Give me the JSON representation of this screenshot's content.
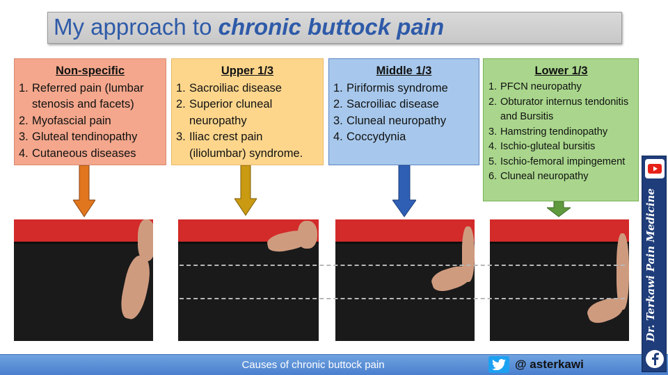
{
  "title": {
    "prefix": "My approach to ",
    "emphasis": "chronic buttock pain"
  },
  "categories": [
    {
      "id": "non-specific",
      "heading": "Non-specific",
      "color": "#f4a78c",
      "arrow_color": "#e0761e",
      "items": [
        {
          "n": "1.",
          "text": "Referred pain (lumbar stenosis and facets)"
        },
        {
          "n": "2.",
          "text": "Myofascial pain"
        },
        {
          "n": "3.",
          "text": "Gluteal tendinopathy"
        },
        {
          "n": "4.",
          "text": "Cutaneous diseases"
        }
      ]
    },
    {
      "id": "upper",
      "heading": "Upper 1/3",
      "color": "#fdd68c",
      "arrow_color": "#c99a12",
      "items": [
        {
          "n": "1.",
          "text": "Sacroiliac disease"
        },
        {
          "n": "2.",
          "text": "Superior cluneal neuropathy"
        },
        {
          "n": "3.",
          "text": "Iliac crest pain (iliolumbar) syndrome."
        }
      ]
    },
    {
      "id": "middle",
      "heading": "Middle 1/3",
      "color": "#a7c8ec",
      "arrow_color": "#2f5fb5",
      "items": [
        {
          "n": "1.",
          "text": "Piriformis syndrome"
        },
        {
          "n": "2.",
          "text": "Sacroiliac disease"
        },
        {
          "n": "3.",
          "text": "Cluneal neuropathy"
        },
        {
          "n": "4.",
          "text": "Coccydynia"
        }
      ]
    },
    {
      "id": "lower",
      "heading": "Lower 1/3",
      "color": "#a9d68c",
      "arrow_color": "#5f9a3e",
      "items": [
        {
          "n": "1.",
          "text": "PFCN neuropathy"
        },
        {
          "n": "2.",
          "text": "Obturator internus tendonitis and Bursitis"
        },
        {
          "n": "3.",
          "text": "Hamstring tendinopathy"
        },
        {
          "n": "4.",
          "text": "Ischio-gluteal bursitis"
        },
        {
          "n": "5.",
          "text": "Ischio-femoral impingement"
        },
        {
          "n": "6.",
          "text": "Cluneal neuropathy"
        }
      ]
    }
  ],
  "footer": {
    "caption": "Causes of chronic buttock pain",
    "handle": "@ asterkawi",
    "icon": "twitter-icon"
  },
  "side_banner": {
    "text": "Dr. Terkawi Pain Medicine",
    "top_icon": "youtube-icon",
    "bottom_icon": "facebook-icon"
  }
}
